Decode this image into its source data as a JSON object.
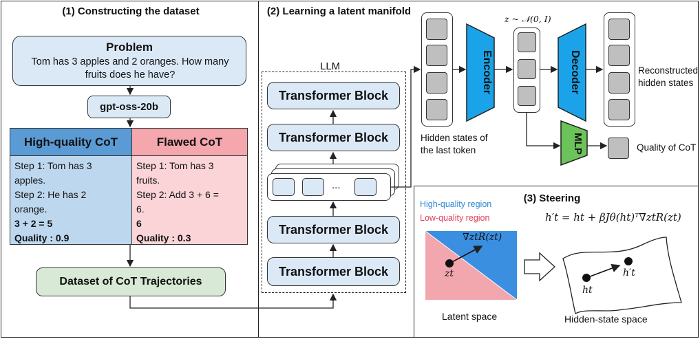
{
  "panel1": {
    "title": "(1) Constructing the dataset",
    "problem_title": "Problem",
    "problem_text": "Tom has 3 apples and 2 oranges. How many fruits does he have?",
    "model": "gpt-oss-20b",
    "hq_header": "High-quality CoT",
    "hq_lines": [
      "Step 1: Tom has 3",
      "apples.",
      "Step 2: He has 2",
      "orange."
    ],
    "hq_answer": "3 + 2 = 5",
    "hq_quality": "Quality : 0.9",
    "fl_header": "Flawed CoT",
    "fl_lines": [
      "Step 1: Tom has 3",
      "fruits.",
      "Step 2: Add 3 + 6 =",
      "6."
    ],
    "fl_answer": "6",
    "fl_quality": "Quality : 0.3",
    "dataset": "Dataset of CoT Trajectories"
  },
  "panel2": {
    "title": "(2) Learning a latent manifold",
    "llm_label": "LLM",
    "transformer_label": "Transformer Block",
    "ellipsis": "...",
    "encoder": "Encoder",
    "decoder": "Decoder",
    "mlp": "MLP",
    "z_dist": "z ~ 𝒩(0, I)",
    "hidden_label": [
      "Hidden states of",
      "the last token"
    ],
    "recon_label": [
      "Reconstructed",
      "hidden states"
    ],
    "quality_label": "Quality of CoT"
  },
  "panel3": {
    "title": "(3) Steering",
    "hq_region": "High-quality region",
    "lq_region": "Low-quality region",
    "equation": "h′t = ht + βJθ(ht)ᵀ∇ztR(zt)",
    "grad_label": "∇ztR(zt)",
    "z_label": "zt",
    "latent_space": "Latent space",
    "hidden_space": "Hidden-state space",
    "h_label": "ht",
    "hprime_label": "h′t"
  },
  "colors": {
    "blue_accent": "#1aa3e8",
    "green_accent": "#6cc35a",
    "hq_blue": "#5b9bd5",
    "flawed_pink": "#f4a7ad",
    "region_blue": "#3a8fe0",
    "region_pink": "#f2a7af"
  }
}
